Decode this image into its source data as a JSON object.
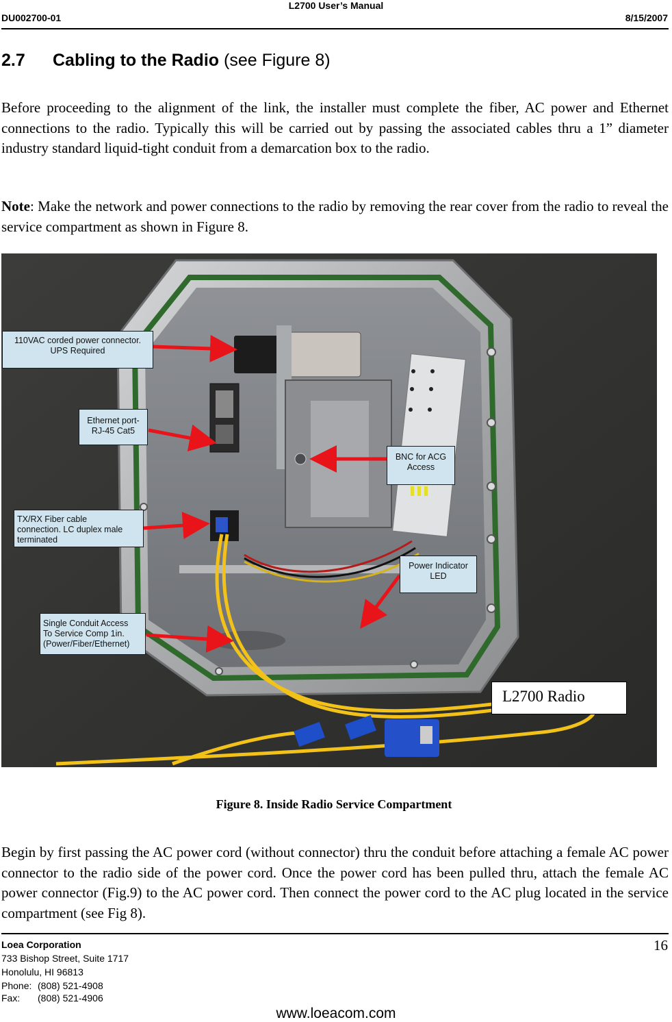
{
  "header": {
    "title": "L2700 User’s Manual",
    "doc_id": "DU002700-01",
    "date": "8/15/2007"
  },
  "section": {
    "number": "2.7",
    "title": "Cabling to the Radio",
    "ref": "(see Figure 8)"
  },
  "paragraphs": {
    "p1": "Before proceeding to the alignment of the link, the installer must complete the fiber, AC power and Ethernet connections to the radio. Typically this will be carried out by passing the associated cables thru a 1” diameter industry standard liquid-tight conduit from a demarcation box to the radio.",
    "note_label": "Note",
    "note_text": ": Make the network and power connections to the radio by removing the rear cover from the radio to reveal the service compartment as shown in Figure 8.",
    "p3": "Begin by first passing the AC power cord (without connector) thru the conduit before attaching a female AC power connector to the radio side of the power cord. Once the power cord has been pulled thru, attach the female AC power connector (Fig.9) to the AC power cord. Then connect the power cord to the AC plug located in the service compartment (see Fig 8)."
  },
  "figure": {
    "callouts": {
      "ac_power_1": "110VAC corded power connector.",
      "ac_power_2": "UPS Required",
      "ethernet_1": "Ethernet port-",
      "ethernet_2": "RJ-45 Cat5",
      "fiber_1": "TX/RX Fiber cable",
      "fiber_2": "connection.  LC duplex male",
      "fiber_3": "terminated",
      "conduit_1": "Single Conduit Access",
      "conduit_2": "To Service Comp 1in.",
      "conduit_3": "(Power/Fiber/Ethernet)",
      "bnc_1": "BNC for ACG",
      "bnc_2": "Access",
      "led_1": "Power Indicator",
      "led_2": "LED"
    },
    "radio_label": "L2700 Radio",
    "caption": "Figure 8. Inside Radio Service Compartment",
    "colors": {
      "callout_fill": "#cfe4ee",
      "arrow": "#e8141a",
      "fiber": "#f2c21a",
      "connector": "#1f4fc8"
    }
  },
  "footer": {
    "company": "Loea Corporation",
    "address1": "733 Bishop Street, Suite 1717",
    "address2": "Honolulu, HI  96813",
    "phone_label": "Phone:",
    "phone": "(808) 521-4908",
    "fax_label": "Fax:",
    "fax": "(808) 521-4906",
    "page_number": "16",
    "website": "www.loeacom.com"
  }
}
